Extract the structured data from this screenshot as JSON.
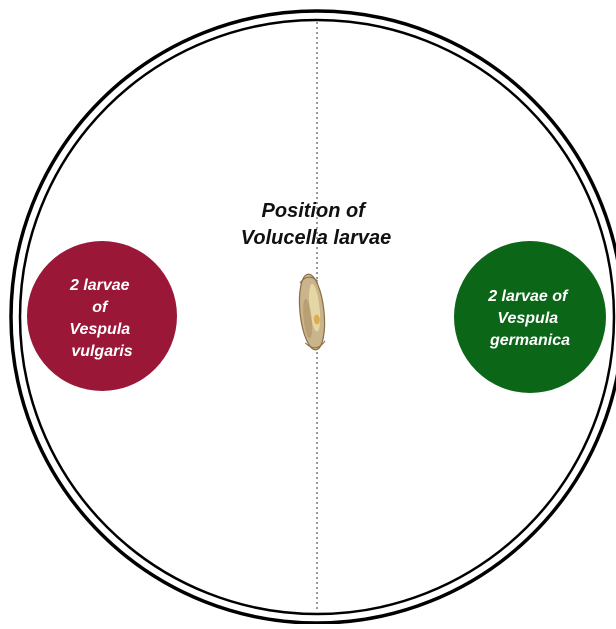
{
  "diagram": {
    "center_label_lines": [
      "Position of",
      "Volucella larvae"
    ],
    "left_group": {
      "label_lines": [
        "2 larvae",
        "of",
        "Vespula",
        "vulgaris"
      ],
      "color": "#9b1738"
    },
    "right_group": {
      "label_lines": [
        "2 larvae of",
        "Vespula",
        "germanica"
      ],
      "color": "#0b6618"
    },
    "larva": {
      "body_color": "#c9b48c",
      "highlight_color": "#e8d9a8",
      "edge_color": "#8a6e45"
    },
    "outer_ring_color": "#000000",
    "divider_color": "#9a9a9a"
  }
}
